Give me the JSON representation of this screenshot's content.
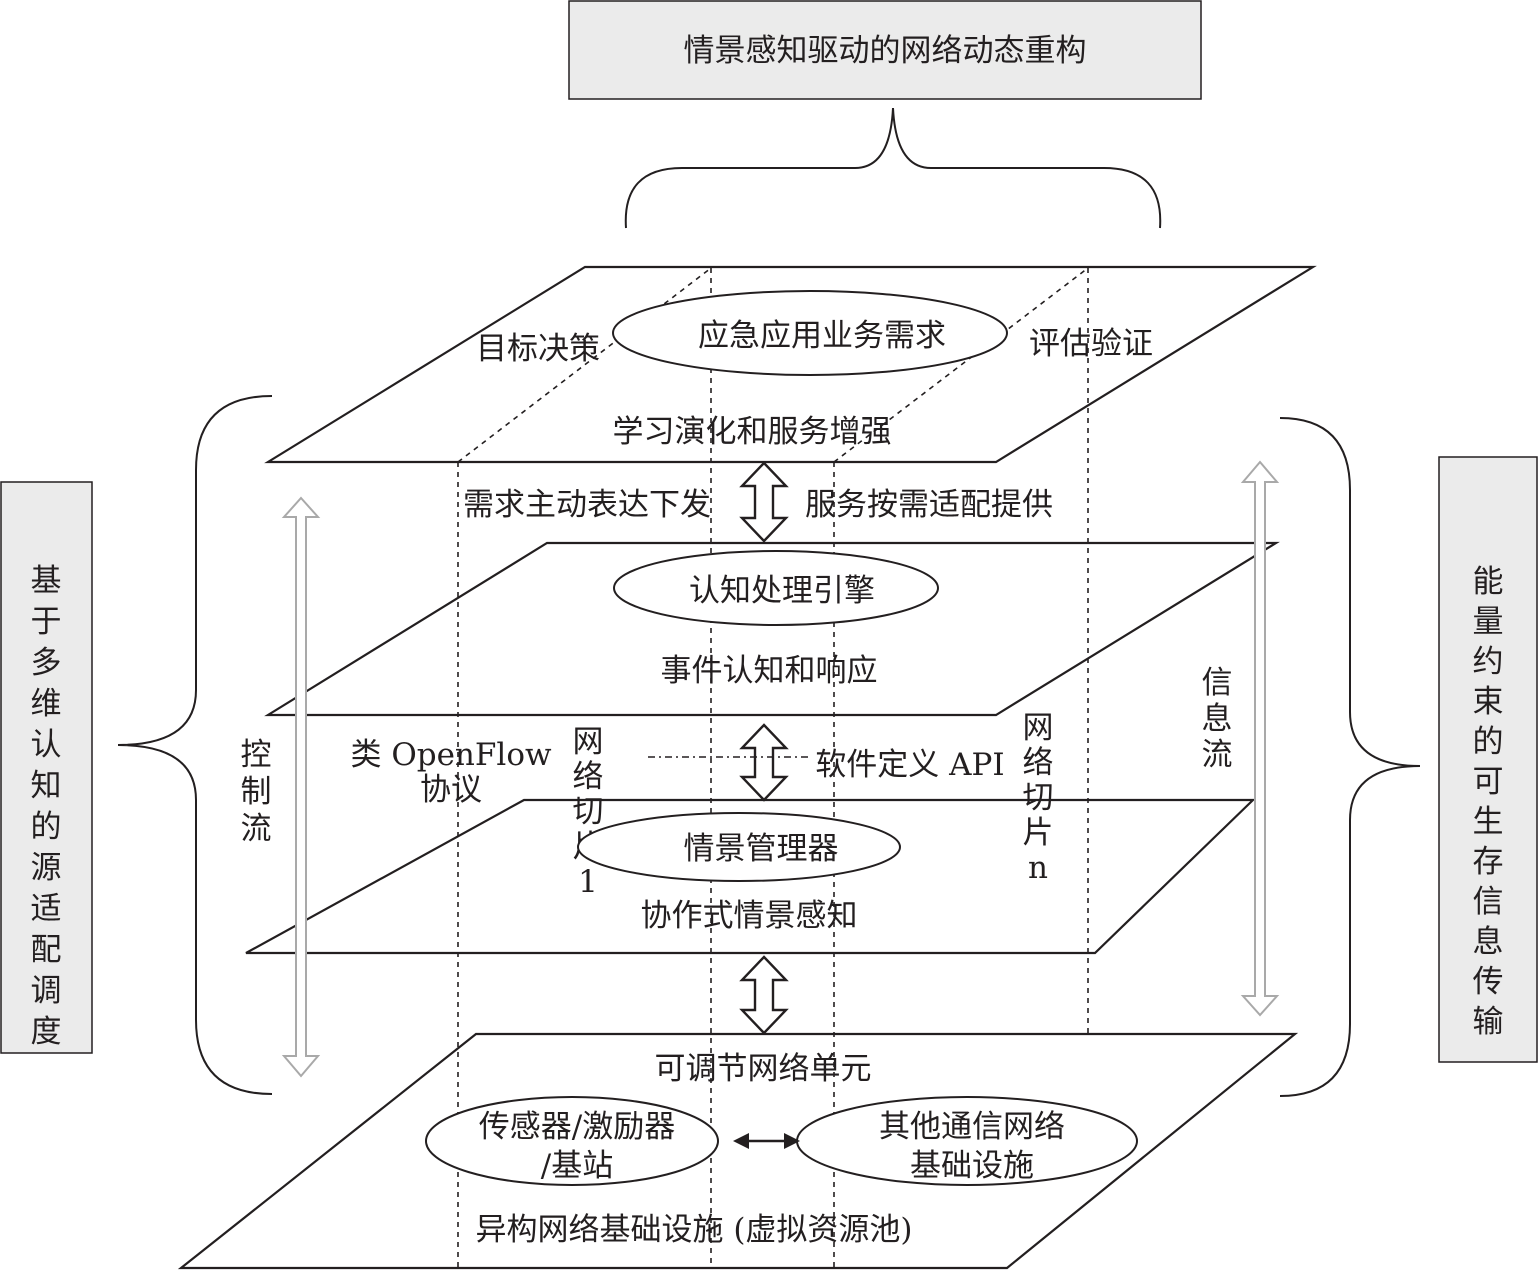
{
  "top_box": {
    "label": "情景感知驱动的网络动态重构"
  },
  "left_box": {
    "label": "基于多维认知的源适配调度"
  },
  "right_box": {
    "label": "能量约束的可生存信息传输"
  },
  "layer1": {
    "ellipse": "应急应用业务需求",
    "left": "目标决策",
    "right": "评估验证",
    "bottom": "学习演化和服务增强"
  },
  "arrow1": {
    "left": "需求主动表达下发",
    "right": "服务按需适配提供"
  },
  "layer2": {
    "ellipse": "认知处理引擎",
    "bottom": "事件认知和响应"
  },
  "middle": {
    "openflow_line1": "类 OpenFlow",
    "openflow_line2": "协议",
    "slice1_chars": [
      "网",
      "络",
      "切",
      "片",
      "1"
    ],
    "api": "软件定义 API",
    "slicen_chars": [
      "网",
      "络",
      "切",
      "片",
      "n"
    ]
  },
  "layer3": {
    "ellipse": "情景管理器",
    "bottom": "协作式情景感知"
  },
  "layer4": {
    "top": "可调节网络单元",
    "ellipse_left_line1": "传感器/激励器",
    "ellipse_left_line2": "/基站",
    "ellipse_right_line1": "其他通信网络",
    "ellipse_right_line2": "基础设施",
    "bottom": "异构网络基础设施 (虚拟资源池)"
  },
  "control_flow": {
    "chars": [
      "控",
      "制",
      "流"
    ]
  },
  "info_flow": {
    "chars": [
      "信",
      "息",
      "流"
    ]
  }
}
